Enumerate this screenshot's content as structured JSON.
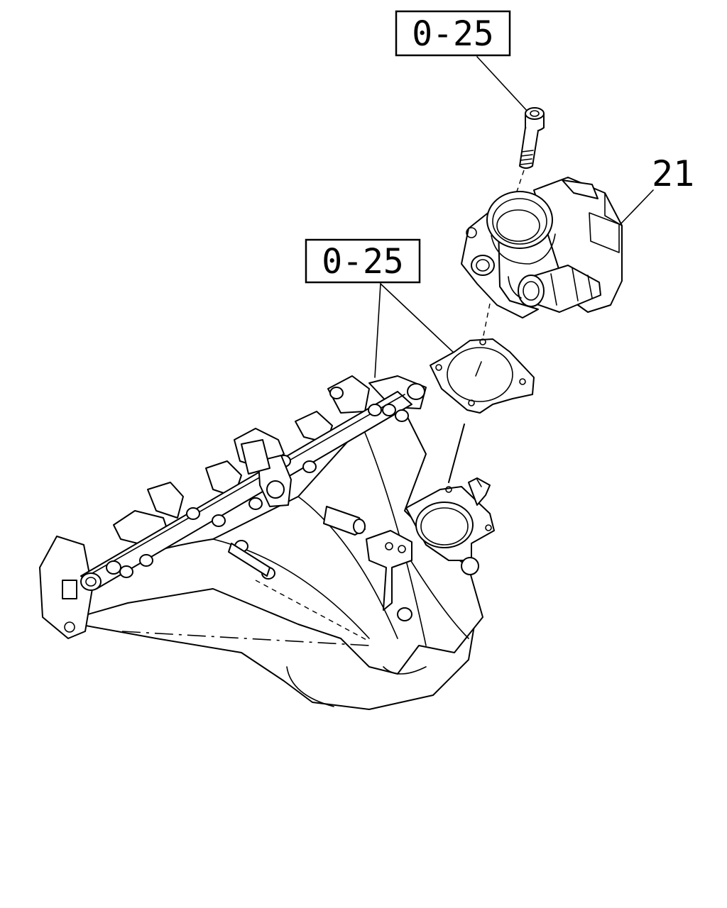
{
  "callouts": {
    "bolt_ref": "0-25",
    "gasket_ref": "0-25",
    "throttle_body_ref": "21"
  }
}
